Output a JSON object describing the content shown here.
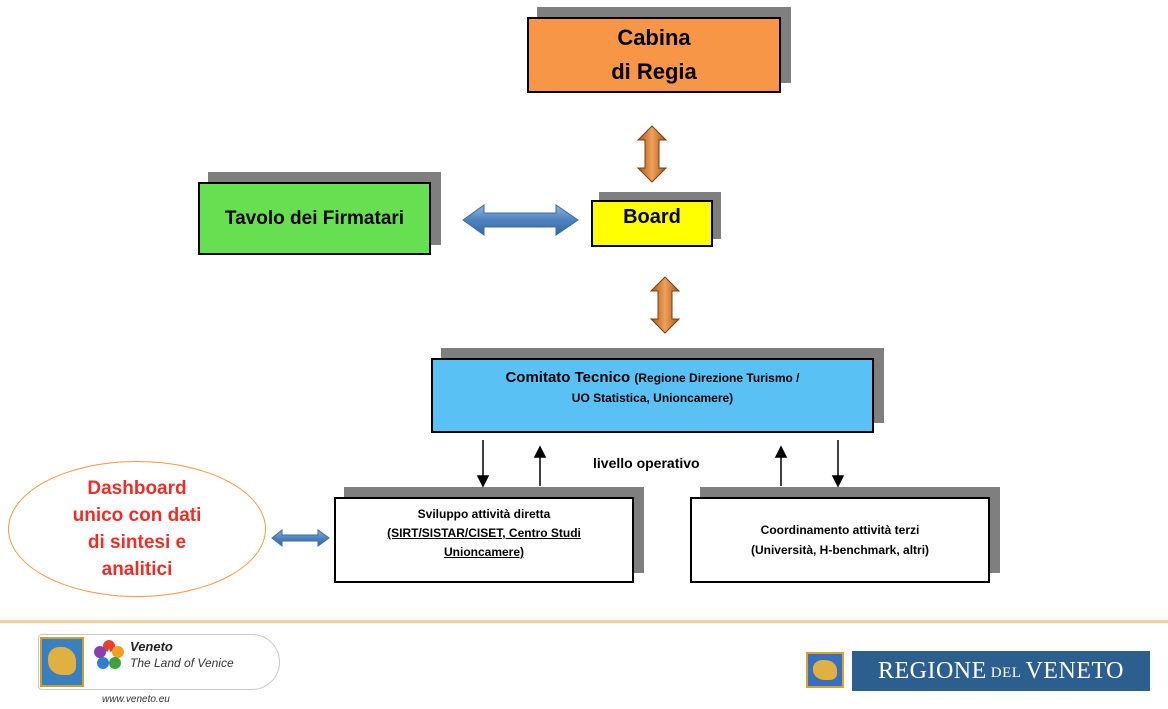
{
  "cabina": {
    "line1": "Cabina",
    "line2": "di  Regia",
    "color": "#f79646"
  },
  "tavolo": {
    "label": "Tavolo dei Firmatari",
    "color": "#66e050"
  },
  "board": {
    "label": "Board",
    "color": "#ffff00"
  },
  "comitato": {
    "title": "Comitato  Tecnico",
    "detail1": "(Regione Direzione Turismo /",
    "detail2": "UO Statistica, Unioncamere)",
    "color": "#5ac1f5"
  },
  "livello": "livello  operativo",
  "sviluppo": {
    "line1": "Sviluppo  attività diretta",
    "line2": "(SIRT/SISTAR/CISET, Centro Studi",
    "line3": "Unioncamere)"
  },
  "coordinamento": {
    "line1": "Coordinamento attività terzi",
    "line2": "(Università, H-benchmark, altri)"
  },
  "dashboard": {
    "line1": "Dashboard",
    "line2": "unico con dati",
    "line3": "di sintesi e",
    "line4": "analitici",
    "color": "#e8302a"
  },
  "footer": {
    "veneto_title": "Veneto",
    "veneto_subtitle": "The Land of Venice",
    "veneto_url": "www.veneto.eu",
    "regione_a": "REGIONE",
    "regione_b": "DEL",
    "regione_c": "VENETO"
  },
  "icons": [
    "double-arrow-vertical-icon",
    "double-arrow-horizontal-icon",
    "arrow-down-icon",
    "arrow-up-icon",
    "lion-icon",
    "star-icon"
  ]
}
